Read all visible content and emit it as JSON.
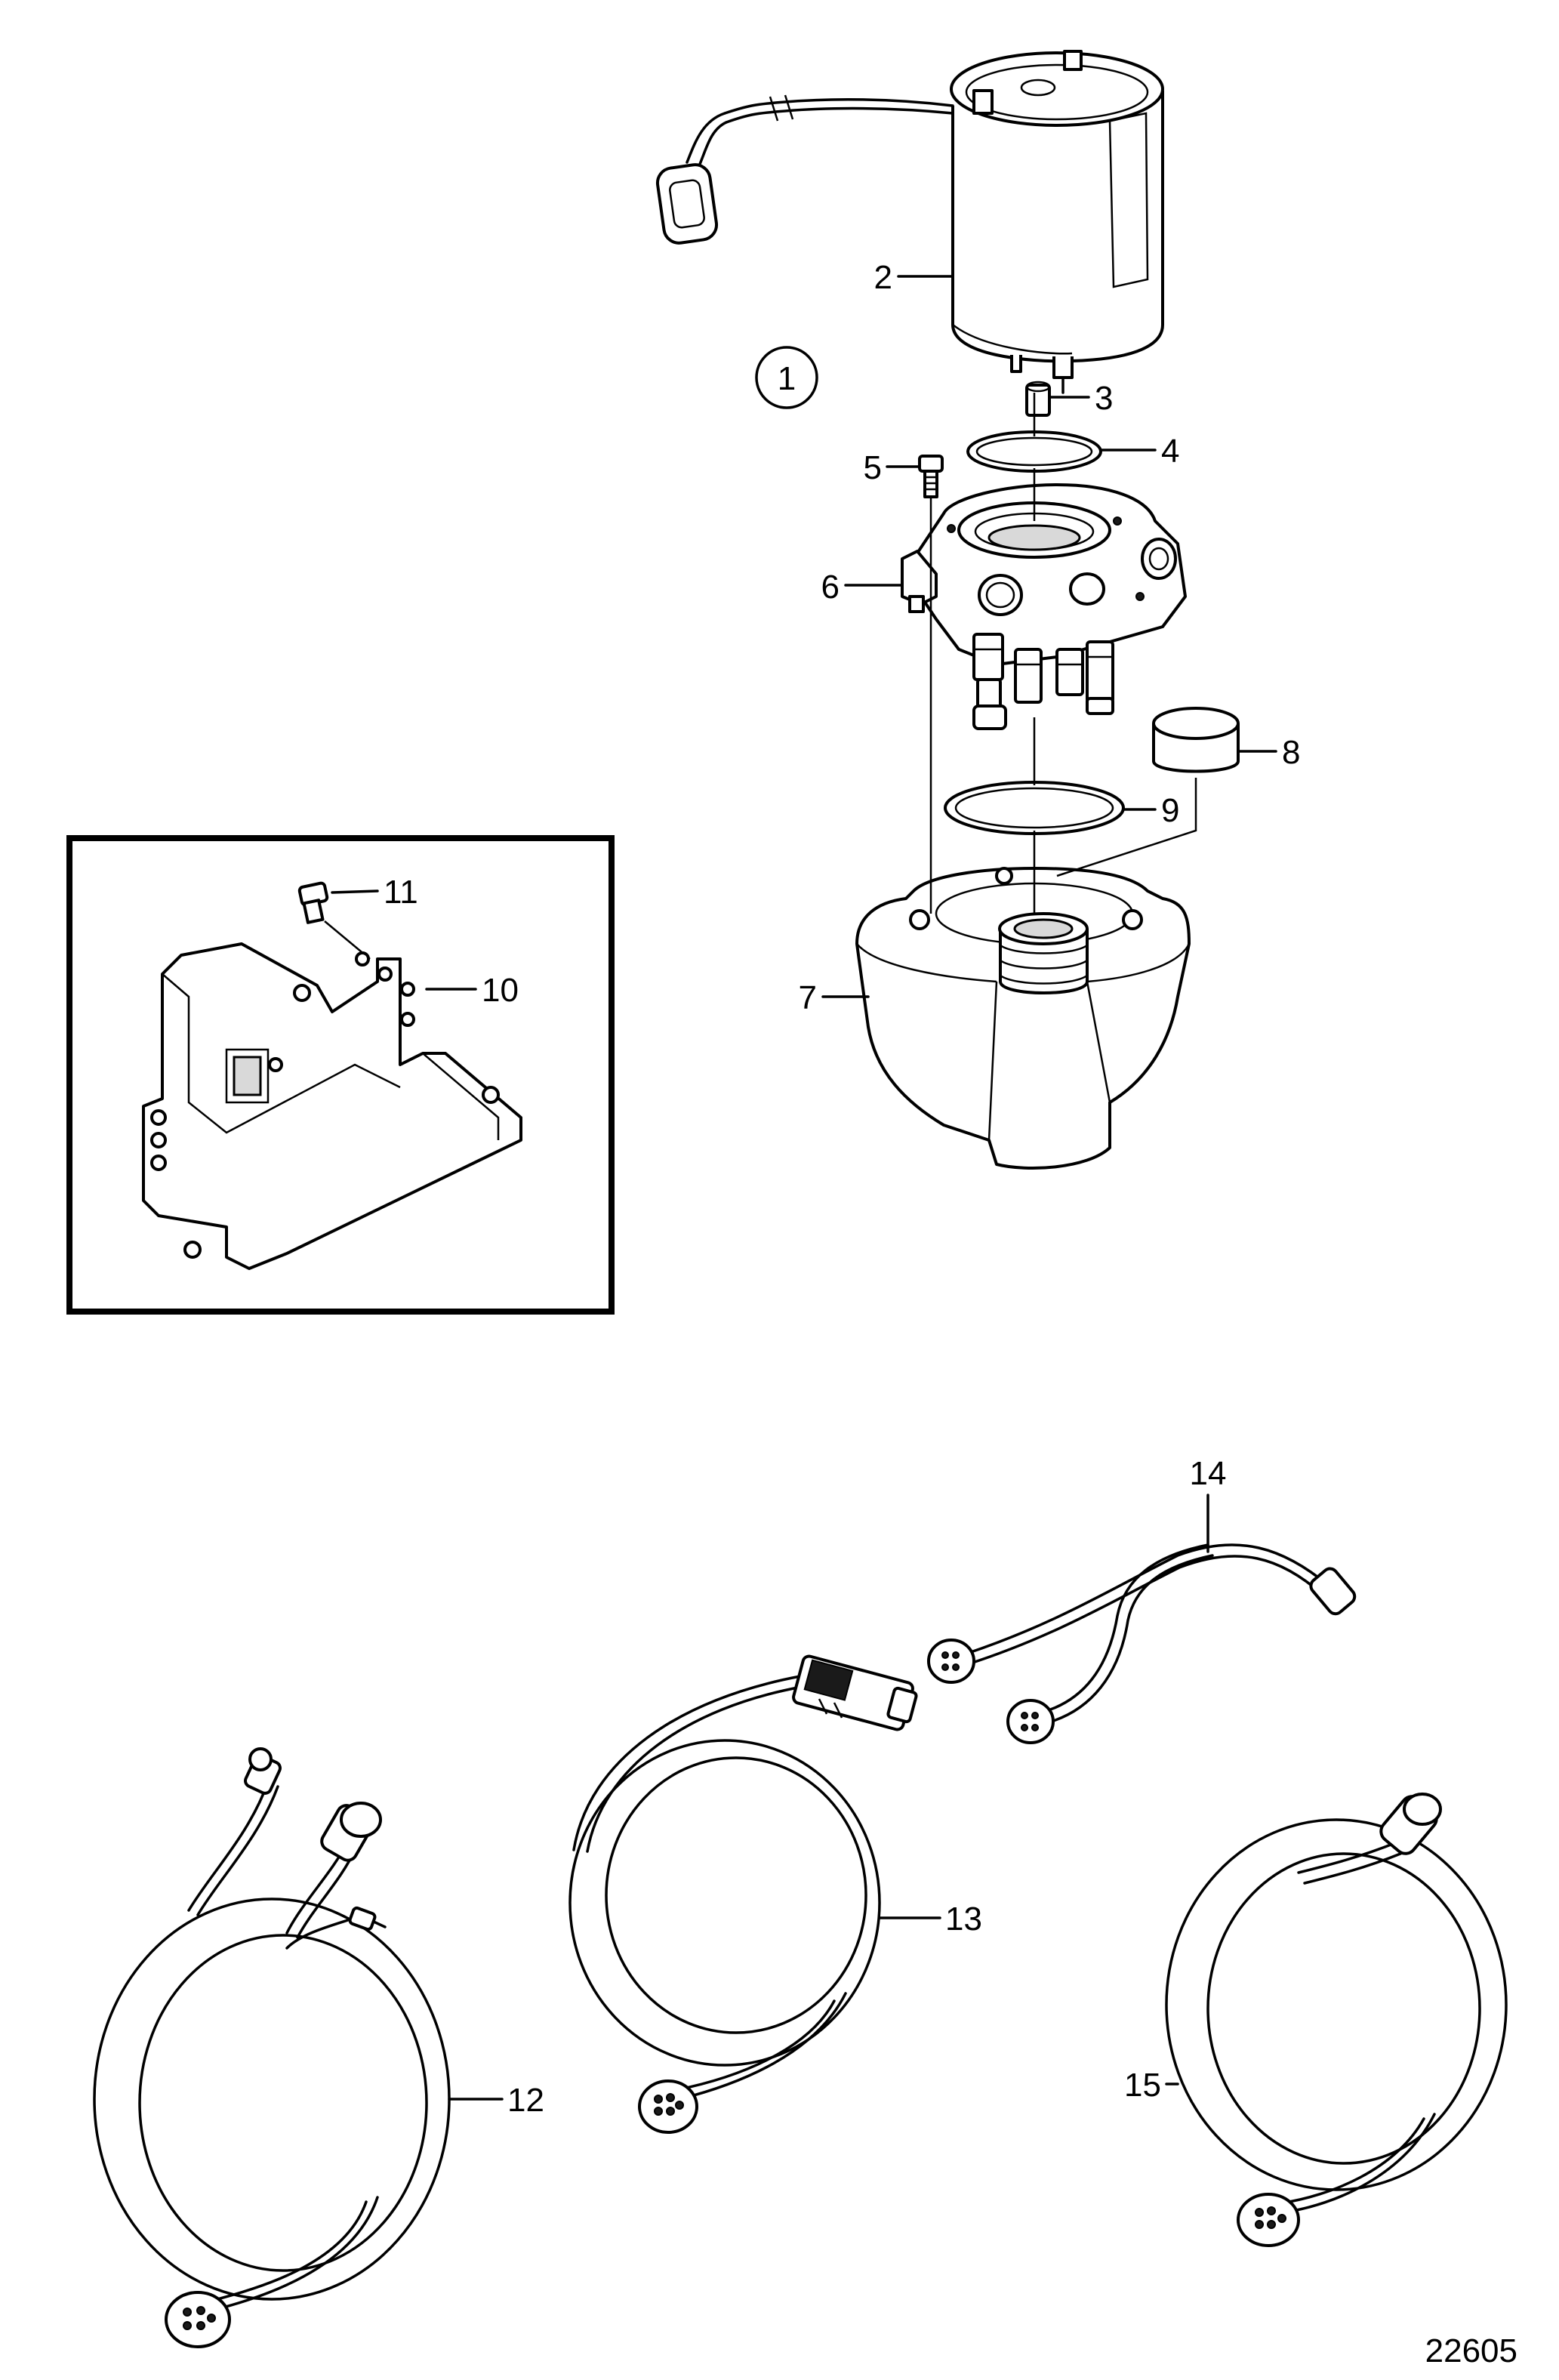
{
  "diagram": {
    "callout": "1",
    "drawing_number": "22605",
    "labels": {
      "p2": "2",
      "p3": "3",
      "p4": "4",
      "p5": "5",
      "p6": "6",
      "p7": "7",
      "p8": "8",
      "p9": "9",
      "p10": "10",
      "p11": "11",
      "p12": "12",
      "p13": "13",
      "p14": "14",
      "p15": "15"
    }
  }
}
